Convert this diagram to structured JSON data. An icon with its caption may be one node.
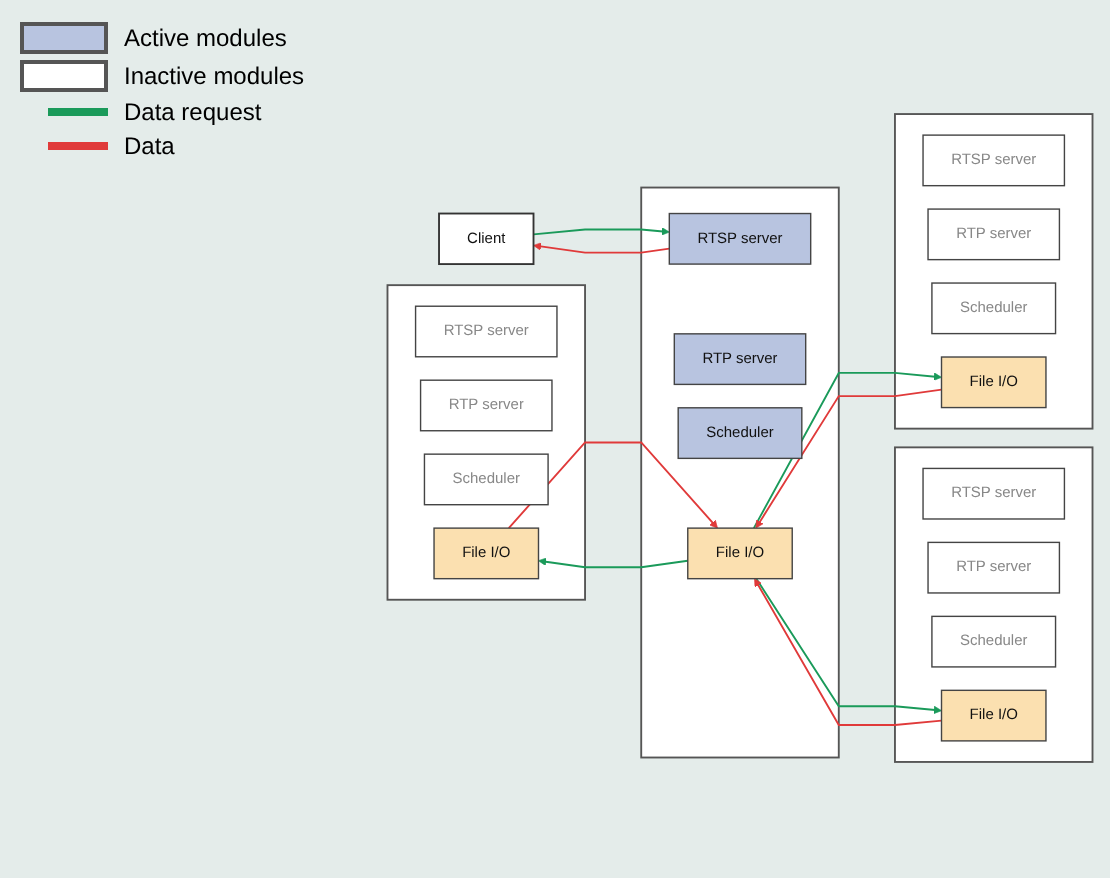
{
  "diagram": {
    "nodes": [
      {
        "text": [
          "Client"
        ]
      },
      {
        "text": [],
        "shape": "box"
      },
      {
        "text": [
          "RTSP server"
        ],
        "in": 1
      },
      {
        "text": [
          "RTP server"
        ],
        "in": 1
      },
      {
        "text": [
          "Scheduler"
        ],
        "in": 1
      },
      {
        "text": [
          "File I/O"
        ],
        "in": 1
      },
      {
        "text": [],
        "shape": "box"
      },
      {
        "text": [
          "RTSP server"
        ],
        "in": 6
      },
      {
        "text": [
          "RTP server"
        ],
        "in": 6
      },
      {
        "text": [
          "Scheduler"
        ],
        "in": 6
      },
      {
        "text": [
          "File I/O"
        ],
        "in": 6
      },
      {
        "text": [],
        "shape": "box"
      },
      {
        "text": [
          "RTSP server"
        ],
        "in": 11
      },
      {
        "text": [
          "RTP server"
        ],
        "in": 11
      },
      {
        "text": [
          "Scheduler"
        ],
        "in": 11
      },
      {
        "text": [
          "File I/O"
        ],
        "in": 11
      },
      {
        "text": [],
        "shape": "box"
      },
      {
        "text": [
          "RTSP server"
        ],
        "in": 16
      },
      {
        "text": [
          "RTP server"
        ],
        "in": 16
      },
      {
        "text": [
          "Scheduler"
        ],
        "in": 16
      },
      {
        "text": [
          "File I/O"
        ],
        "in": 16
      }
    ],
    "edges": [
      {
        "from": 7,
        "to": 0,
        "arrow": "to",
        "color": "#e03a3a"
      },
      {
        "from": 0,
        "to": 7,
        "arrow": "to",
        "color": "#1a9a5a"
      },
      {
        "from": 10,
        "to": 5,
        "arrow": "to",
        "color": "#1a9a5a"
      },
      {
        "from": 5,
        "to": 10,
        "arrow": "to",
        "color": "#e03a3a"
      },
      {
        "from": 10,
        "to": 15,
        "arrow": "to",
        "color": "#1a9a5a"
      },
      {
        "from": 15,
        "to": 10,
        "arrow": "to",
        "color": "#e03a3a"
      },
      {
        "from": 10,
        "to": 20,
        "arrow": "to",
        "color": "#1a9a5a"
      },
      {
        "from": 20,
        "to": 10,
        "arrow": "to",
        "color": "#e03a3a"
      }
    ],
    "legend": [
      {
        "text": "Active modules",
        "color": "#b8c4e0"
      },
      {
        "text": "Inactive modules",
        "color": "#ffffff"
      },
      {
        "text": "Data request",
        "color": "#1a9a5a"
      },
      {
        "text": "Data",
        "color": "#e03a3a"
      }
    ]
  }
}
